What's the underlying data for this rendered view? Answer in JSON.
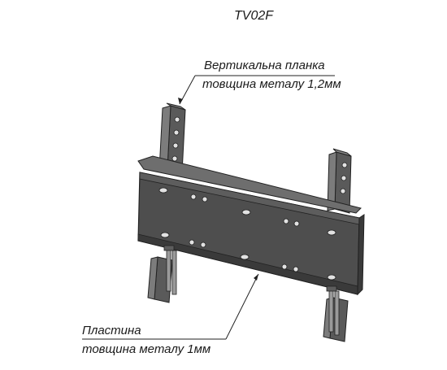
{
  "title": "TV02F",
  "callouts": {
    "vertical_bar": {
      "name": "Вертикальна планка",
      "thickness": "товщина металу 1,2мм"
    },
    "plate": {
      "name": "Пластина",
      "thickness": "товщина металу 1мм"
    }
  },
  "colors": {
    "plate_face": "#4e4e4e",
    "plate_top": "#6e6e6e",
    "plate_edge": "#3a3a3a",
    "bar_face": "#5a5a5a",
    "bar_side": "#7c7c7c",
    "hole": "#e2e2e2",
    "leader": "#222222"
  }
}
